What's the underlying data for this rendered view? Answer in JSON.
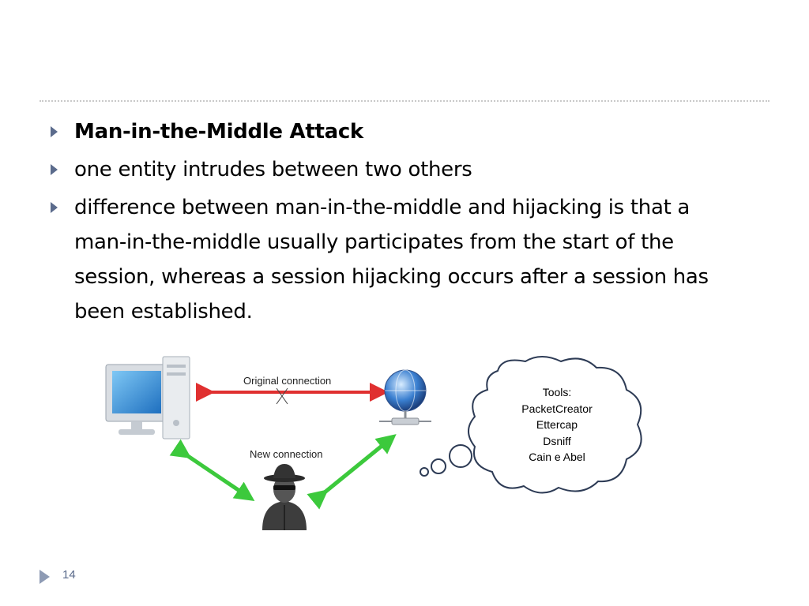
{
  "slide": {
    "bullets": [
      "Man-in-the-Middle Attack",
      "one entity intrudes between two others",
      "difference between man-in-the-middle and hijacking is that a man-in-the-middle usually participates from the start of the session, whereas a session hijacking occurs after a session has been established."
    ],
    "page_number": "14"
  },
  "diagram": {
    "original_connection_label": "Original connection",
    "new_connection_label": "New connection",
    "icons": [
      "computer-icon",
      "globe-server-icon",
      "attacker-icon"
    ],
    "colors": {
      "original_arrow": "#e03030",
      "new_arrow": "#3cc93c",
      "monitor_screen": "#2f8fdc"
    }
  },
  "thought_cloud": {
    "lines": [
      "Tools:",
      "PacketCreator",
      "Ettercap",
      "Dsniff",
      "Cain e Abel"
    ]
  },
  "theme": {
    "accent": "#5b6b8c",
    "cloud_stroke": "#2d3b55"
  }
}
